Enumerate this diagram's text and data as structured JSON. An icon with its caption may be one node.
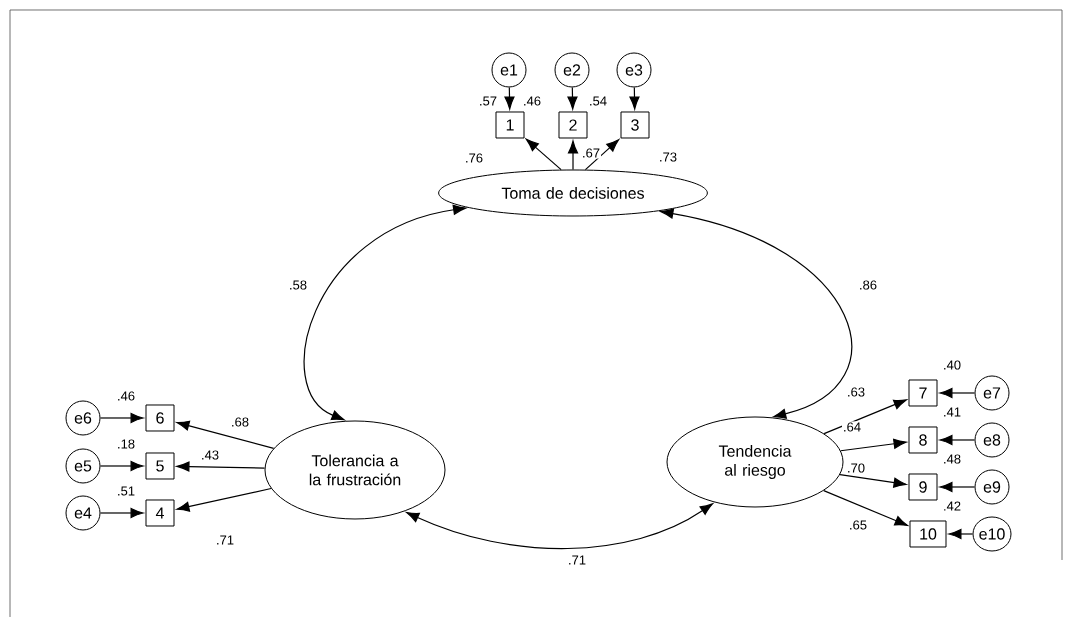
{
  "diagram": {
    "nodes": [
      {
        "text": [
          "Toma de decisiones"
        ]
      },
      {
        "text": [
          "Tolerancia a la frustración"
        ]
      },
      {
        "text": [
          "Tendencia al riesgo"
        ]
      },
      {
        "text": [
          "1"
        ],
        "beside": [
          ".57",
          ".46"
        ]
      },
      {
        "text": [
          "2"
        ],
        "beside": [
          ".54"
        ]
      },
      {
        "text": [
          "3"
        ]
      },
      {
        "text": [
          "6"
        ],
        "beside": [
          ".46"
        ]
      },
      {
        "text": [
          "5"
        ],
        "beside": [
          ".18"
        ]
      },
      {
        "text": [
          "4"
        ],
        "beside": [
          ".51"
        ]
      },
      {
        "text": [
          "7"
        ],
        "beside": [
          ".40"
        ]
      },
      {
        "text": [
          "8"
        ],
        "beside": [
          ".41"
        ]
      },
      {
        "text": [
          "9"
        ],
        "beside": [
          ".48"
        ]
      },
      {
        "text": [
          "10"
        ],
        "beside": [
          ".42"
        ]
      },
      {
        "text": [
          "e1"
        ]
      },
      {
        "text": [
          "e2"
        ]
      },
      {
        "text": [
          "e3"
        ]
      },
      {
        "text": [
          "e6"
        ]
      },
      {
        "text": [
          "e5"
        ]
      },
      {
        "text": [
          "e4"
        ]
      },
      {
        "text": [
          "e7"
        ]
      },
      {
        "text": [
          "e8"
        ]
      },
      {
        "text": [
          "e9"
        ]
      },
      {
        "text": [
          "e10"
        ]
      }
    ],
    "edges": [
      {
        "from": 0,
        "to": 3,
        "arrow": "to",
        "label": ".76"
      },
      {
        "from": 0,
        "to": 4,
        "arrow": "to",
        "label": ".67"
      },
      {
        "from": 0,
        "to": 5,
        "arrow": "to",
        "label": ".73"
      },
      {
        "from": 13,
        "to": 3,
        "arrow": "to"
      },
      {
        "from": 14,
        "to": 4,
        "arrow": "to"
      },
      {
        "from": 15,
        "to": 5,
        "arrow": "to"
      },
      {
        "from": 0,
        "to": 1,
        "arrow": "both",
        "label": ".58"
      },
      {
        "from": 0,
        "to": 2,
        "arrow": "both",
        "label": ".86"
      },
      {
        "from": 1,
        "to": 6,
        "arrow": "to",
        "label": ".68"
      },
      {
        "from": 1,
        "to": 7,
        "arrow": "to",
        "label": ".43"
      },
      {
        "from": 1,
        "to": 8,
        "arrow": "to",
        "label": ".71"
      },
      {
        "from": 16,
        "to": 6,
        "arrow": "to"
      },
      {
        "from": 17,
        "to": 7,
        "arrow": "to"
      },
      {
        "from": 18,
        "to": 8,
        "arrow": "to"
      },
      {
        "from": 2,
        "to": 9,
        "arrow": "to",
        "label": ".63"
      },
      {
        "from": 2,
        "to": 10,
        "arrow": "to",
        "label": ".64"
      },
      {
        "from": 2,
        "to": 11,
        "arrow": "to",
        "label": ".70"
      },
      {
        "from": 2,
        "to": 12,
        "arrow": "to",
        "label": ".65"
      },
      {
        "from": 19,
        "to": 9,
        "arrow": "to"
      },
      {
        "from": 20,
        "to": 10,
        "arrow": "to"
      },
      {
        "from": 21,
        "to": 11,
        "arrow": "to"
      },
      {
        "from": 22,
        "to": 12,
        "arrow": "to"
      },
      {
        "from": 1,
        "to": 2,
        "arrow": "both",
        "label": ".71"
      }
    ]
  }
}
